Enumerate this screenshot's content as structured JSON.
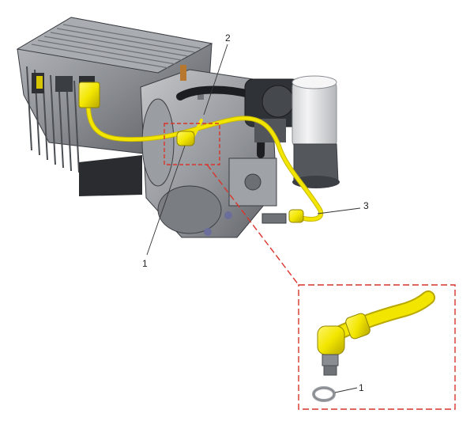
{
  "callouts": {
    "one": "1",
    "two": "2",
    "three": "3",
    "detail_one": "1"
  },
  "colors": {
    "harness_yellow": "#f2e600",
    "harness_yellow_dark": "#c9b800",
    "engine_gray": "#8e9196",
    "engine_dark": "#3a3d42",
    "filter_white": "#e8e9ea",
    "detail_frame_red": "#d9342b"
  }
}
